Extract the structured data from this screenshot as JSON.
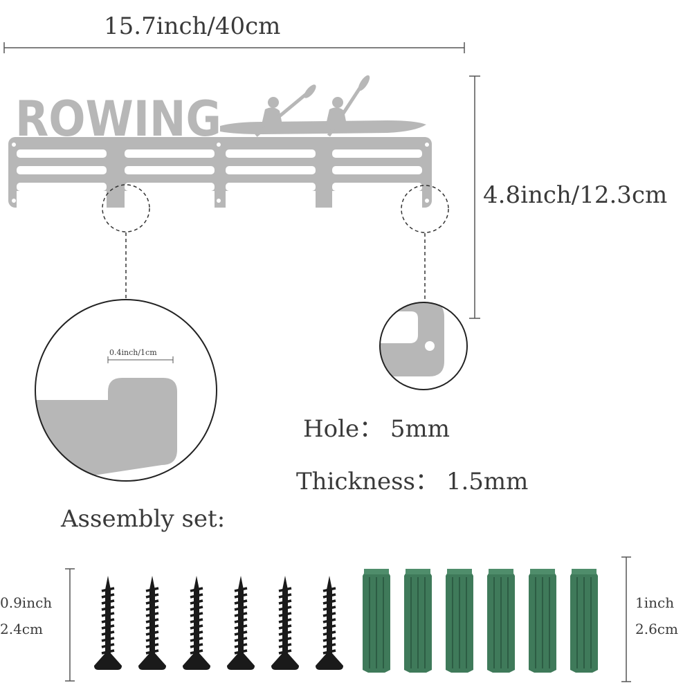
{
  "dimensions": {
    "width": "15.7inch/40cm",
    "height": "4.8inch/12.3cm",
    "zoom_detail": "0.4inch/1cm"
  },
  "rack": {
    "text": "ROWING",
    "color": "#b7b7b7"
  },
  "specs": {
    "hole": "Hole：  5mm",
    "thickness": "Thickness：  1.5mm"
  },
  "assembly": {
    "title": "Assembly set:",
    "screw_size_line1": "0.9inch",
    "screw_size_line2": "2.4cm",
    "anchor_size_line1": "1inch",
    "anchor_size_line2": "2.6cm",
    "screw_count": 6,
    "anchor_count": 6,
    "screw_color": "#1a1a1a",
    "anchor_color": "#3f7a5a"
  }
}
